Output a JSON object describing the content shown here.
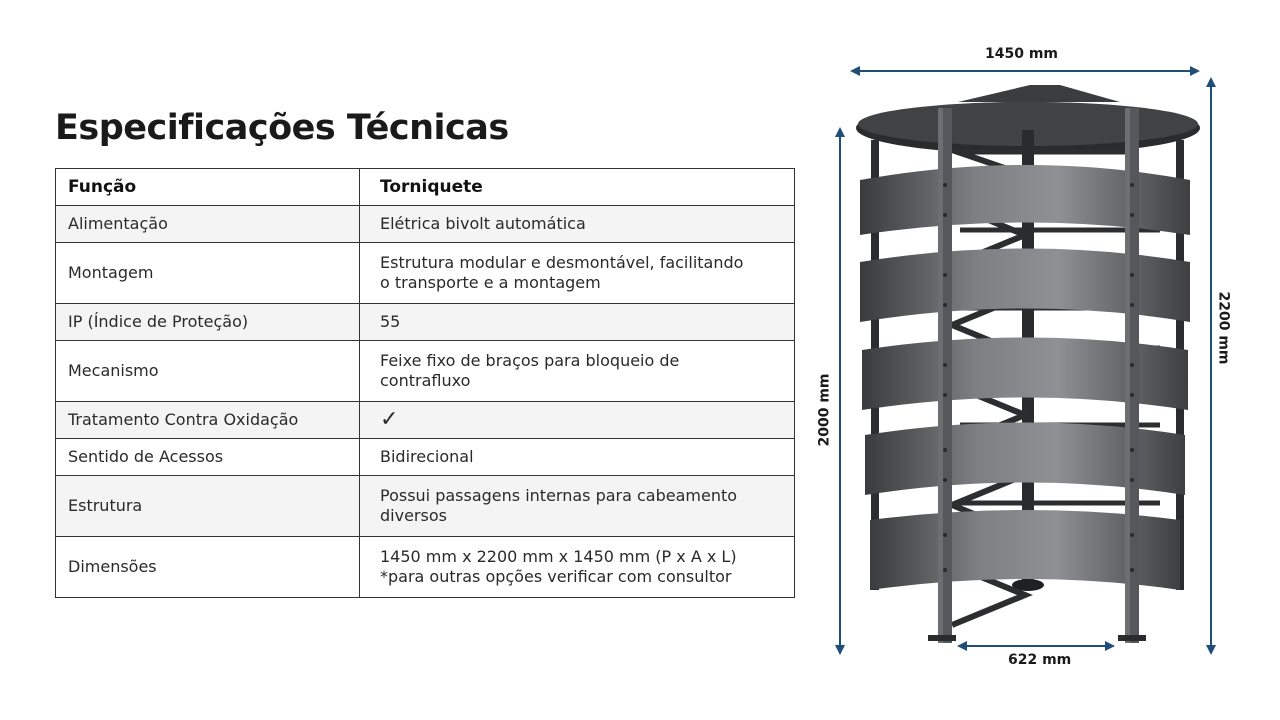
{
  "title": "Especificações Técnicas",
  "table": {
    "header": [
      "Função",
      "Torniquete"
    ],
    "rows": [
      {
        "label": "Alimentação",
        "value": "Elétrica bivolt automática"
      },
      {
        "label": "Montagem",
        "value": "Estrutura modular e desmontável, facilitando",
        "value2": "o transporte e a montagem"
      },
      {
        "label": "IP (Índice de Proteção)",
        "value": "55"
      },
      {
        "label": "Mecanismo",
        "value": "Feixe fixo de braços para bloqueio de",
        "value2": "contrafluxo"
      },
      {
        "label": "Tratamento Contra Oxidação",
        "value": "✓"
      },
      {
        "label": "Sentido de Acessos",
        "value": "Bidirecional"
      },
      {
        "label": "Estrutura",
        "value": "Possui passagens internas para cabeamento",
        "value2": "diversos"
      },
      {
        "label": "Dimensões",
        "value": "1450 mm x 2200 mm x 1450 mm (P x A x L)",
        "value2": "*para outras opções verificar com consultor"
      }
    ]
  },
  "dimensions": {
    "top": "1450 mm",
    "right": "2200 mm",
    "left": "2000 mm",
    "bottom": "622 mm"
  },
  "colors": {
    "arrow": "#1f4e79",
    "metal_dark": "#2b2c2e",
    "metal_mid": "#55575a",
    "metal_light": "#8a8c8f"
  }
}
